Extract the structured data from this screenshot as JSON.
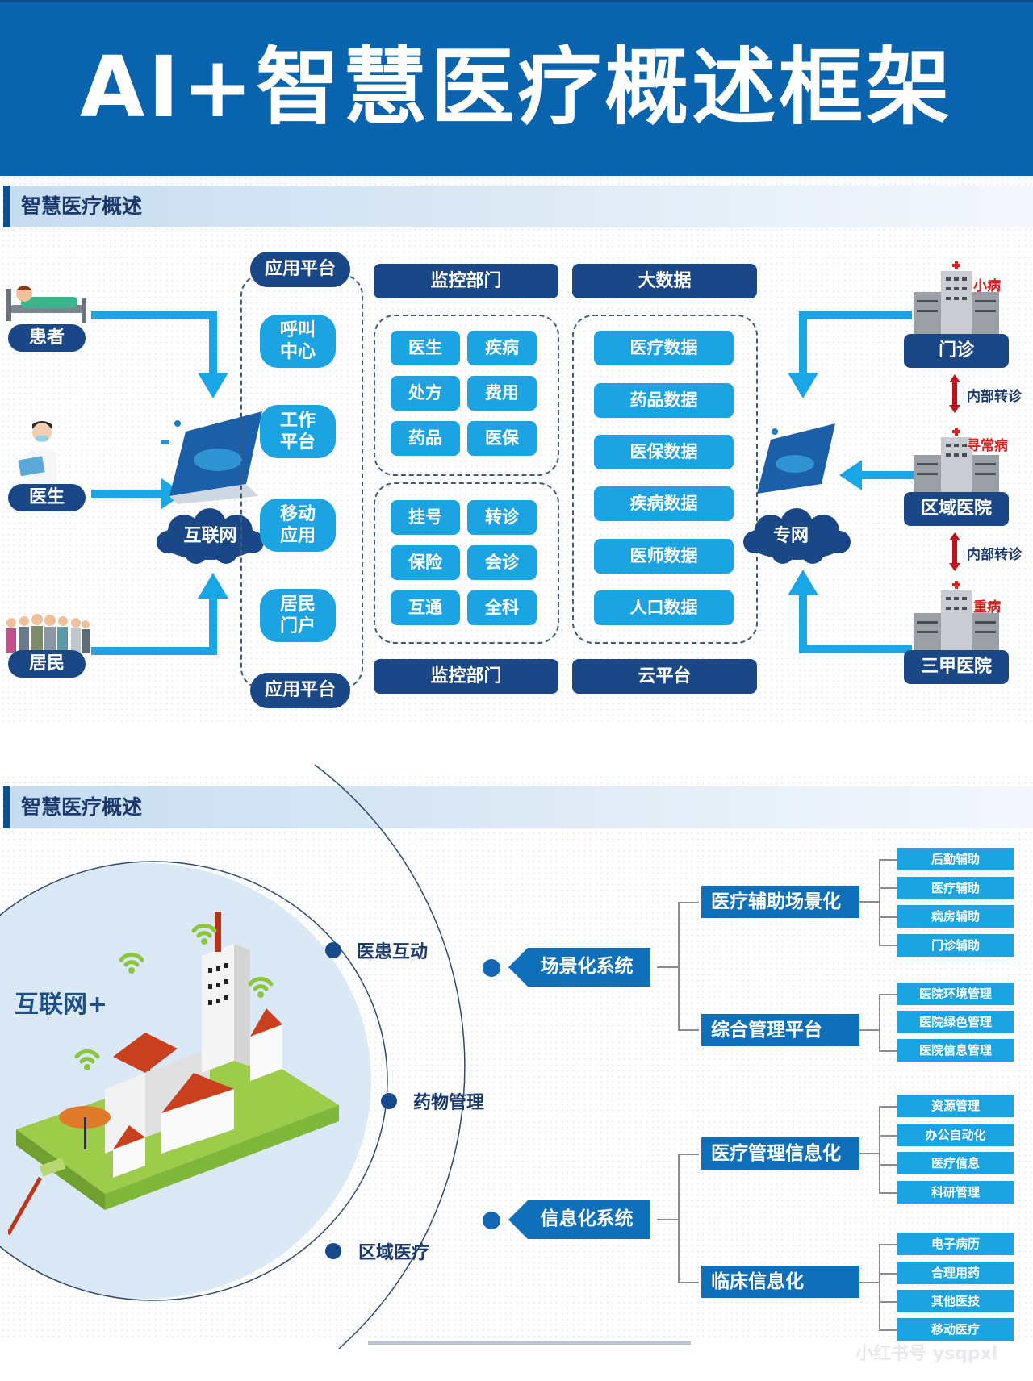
{
  "title": "AI+智慧医疗概述框架",
  "section1": {
    "heading": "智慧医疗概述",
    "actors": [
      {
        "label": "患者",
        "icon": "patient-bed-icon"
      },
      {
        "label": "医生",
        "icon": "doctor-icon"
      },
      {
        "label": "居民",
        "icon": "residents-group-icon"
      }
    ],
    "internet_cloud": "互联网",
    "app_platform": {
      "top_label": "应用平台",
      "bottom_label": "应用平台",
      "items": [
        "呼叫\n中心",
        "工作\n平台",
        "移动\n应用",
        "居民\n门户"
      ]
    },
    "monitor": {
      "top_label": "监控部门",
      "bottom_label": "监控部门",
      "group1": [
        "医生",
        "疾病",
        "处方",
        "费用",
        "药品",
        "医保"
      ],
      "group2": [
        "挂号",
        "转诊",
        "保险",
        "会诊",
        "互通",
        "全科"
      ]
    },
    "bigdata": {
      "top_label": "大数据",
      "bottom_label": "云平台",
      "items": [
        "医疗数据",
        "药品数据",
        "医保数据",
        "疾病数据",
        "医师数据",
        "人口数据"
      ]
    },
    "private_cloud": "专网",
    "hospitals": [
      {
        "label": "门诊",
        "severity": "小病"
      },
      {
        "label": "区域医院",
        "severity": "寻常病"
      },
      {
        "label": "三甲医院",
        "severity": "重病"
      }
    ],
    "referral_label": "内部转诊",
    "colors": {
      "navy": "#1a4886",
      "cyan": "#1ca3e2",
      "arrow": "#19a6e6",
      "red": "#e02020",
      "banner": "#0a63ad"
    }
  },
  "section2": {
    "heading": "智慧医疗概述",
    "circle_label": "互联网+",
    "ring_items": [
      "医患互动",
      "药物管理",
      "区域医疗"
    ],
    "systems": [
      {
        "label": "场景化系统",
        "branches": [
          {
            "label": "医疗辅助场景化",
            "leaves": [
              "后勤辅助",
              "医疗辅助",
              "病房辅助",
              "门诊辅助"
            ]
          },
          {
            "label": "综合管理平台",
            "leaves": [
              "医院环境管理",
              "医院绿色管理",
              "医院信息管理"
            ]
          }
        ]
      },
      {
        "label": "信息化系统",
        "branches": [
          {
            "label": "医疗管理信息化",
            "leaves": [
              "资源管理",
              "办公自动化",
              "医疗信息",
              "科研管理"
            ]
          },
          {
            "label": "临床信息化",
            "leaves": [
              "电子病历",
              "合理用药",
              "其他医技",
              "移动医疗"
            ]
          }
        ]
      }
    ],
    "watermark": "小红书号 ysqpxl",
    "colors": {
      "tag": "#0f6fb8",
      "leaf": "#1ca3e2",
      "ring_dot": "#174a8b"
    }
  }
}
